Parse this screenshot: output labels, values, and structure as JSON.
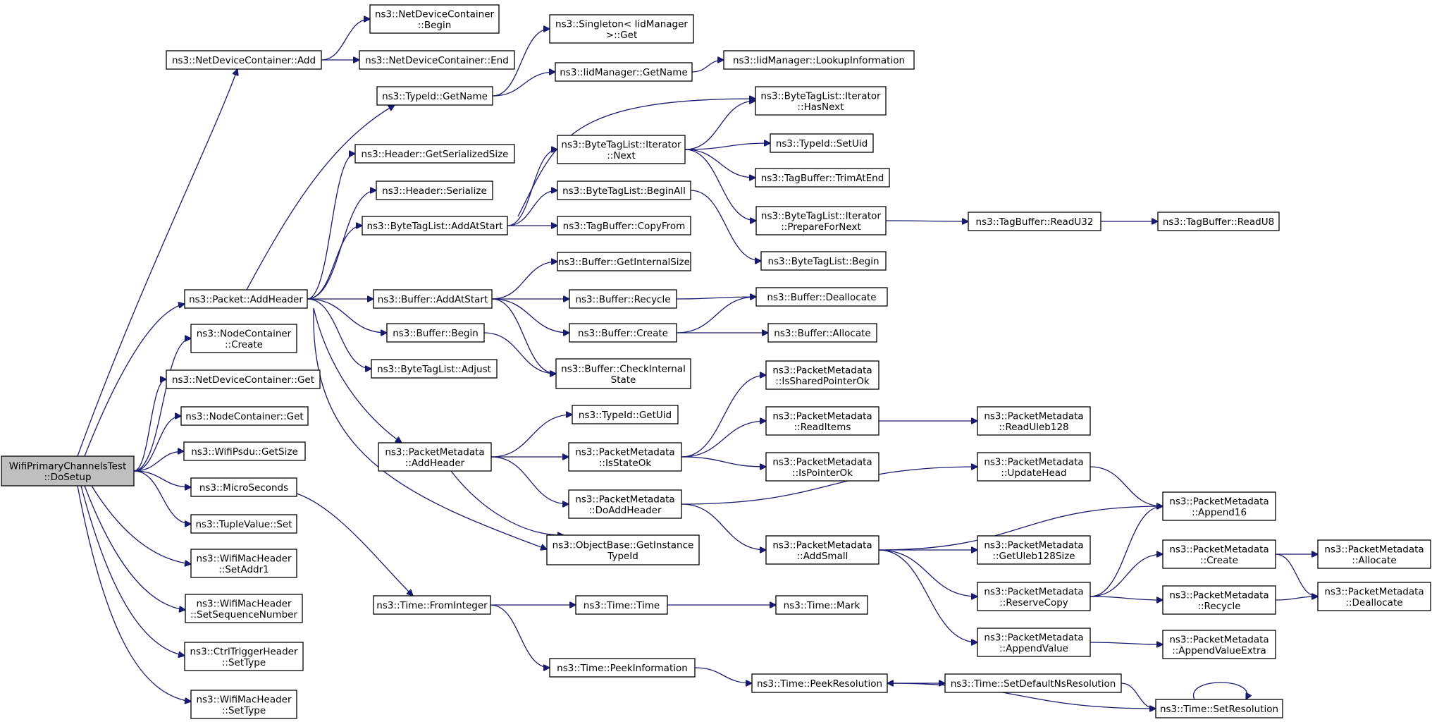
{
  "colors": {
    "edge": "#191970",
    "root_fill": "#bfbfbf",
    "node_fill": "#ffffff",
    "node_border": "#000000"
  },
  "nodes": [
    {
      "id": "root",
      "lines": [
        "WifiPrimaryChannelsTest",
        "::DoSetup"
      ],
      "root": true
    },
    {
      "id": "ndc_add",
      "lines": [
        "ns3::NetDeviceContainer::Add"
      ]
    },
    {
      "id": "ndc_begin",
      "lines": [
        "ns3::NetDeviceContainer",
        "::Begin"
      ]
    },
    {
      "id": "ndc_end",
      "lines": [
        "ns3::NetDeviceContainer::End"
      ]
    },
    {
      "id": "singleton_get",
      "lines": [
        "ns3::Singleton< IidManager",
        ">::Get"
      ]
    },
    {
      "id": "iid_getname",
      "lines": [
        "ns3::IidManager::GetName"
      ]
    },
    {
      "id": "iid_lookup",
      "lines": [
        "ns3::IidManager::LookupInformation"
      ]
    },
    {
      "id": "typeid_getname",
      "lines": [
        "ns3::TypeId::GetName"
      ]
    },
    {
      "id": "btl_hasnext",
      "lines": [
        "ns3::ByteTagList::Iterator",
        "::HasNext"
      ]
    },
    {
      "id": "btl_next",
      "lines": [
        "ns3::ByteTagList::Iterator",
        "::Next"
      ]
    },
    {
      "id": "typeid_setuid",
      "lines": [
        "ns3::TypeId::SetUid"
      ]
    },
    {
      "id": "hdr_getsersize",
      "lines": [
        "ns3::Header::GetSerializedSize"
      ]
    },
    {
      "id": "tagbuf_trimatend",
      "lines": [
        "ns3::TagBuffer::TrimAtEnd"
      ]
    },
    {
      "id": "hdr_serialize",
      "lines": [
        "ns3::Header::Serialize"
      ]
    },
    {
      "id": "btl_beginall",
      "lines": [
        "ns3::ByteTagList::BeginAll"
      ]
    },
    {
      "id": "btl_prepare",
      "lines": [
        "ns3::ByteTagList::Iterator",
        "::PrepareForNext"
      ]
    },
    {
      "id": "tagbuf_readu32",
      "lines": [
        "ns3::TagBuffer::ReadU32"
      ]
    },
    {
      "id": "tagbuf_readu8",
      "lines": [
        "ns3::TagBuffer::ReadU8"
      ]
    },
    {
      "id": "btl_addatstart",
      "lines": [
        "ns3::ByteTagList::AddAtStart"
      ]
    },
    {
      "id": "tagbuf_copyfrom",
      "lines": [
        "ns3::TagBuffer::CopyFrom"
      ]
    },
    {
      "id": "btl_begin",
      "lines": [
        "ns3::ByteTagList::Begin"
      ]
    },
    {
      "id": "buf_getinternalsize",
      "lines": [
        "ns3::Buffer::GetInternalSize"
      ]
    },
    {
      "id": "pkt_addheader",
      "lines": [
        "ns3::Packet::AddHeader"
      ]
    },
    {
      "id": "buf_addatstart",
      "lines": [
        "ns3::Buffer::AddAtStart"
      ]
    },
    {
      "id": "buf_recycle",
      "lines": [
        "ns3::Buffer::Recycle"
      ]
    },
    {
      "id": "buf_deallocate",
      "lines": [
        "ns3::Buffer::Deallocate"
      ]
    },
    {
      "id": "nc_create",
      "lines": [
        "ns3::NodeContainer",
        "::Create"
      ]
    },
    {
      "id": "buf_begin",
      "lines": [
        "ns3::Buffer::Begin"
      ]
    },
    {
      "id": "buf_create",
      "lines": [
        "ns3::Buffer::Create"
      ]
    },
    {
      "id": "buf_allocate",
      "lines": [
        "ns3::Buffer::Allocate"
      ]
    },
    {
      "id": "btl_adjust",
      "lines": [
        "ns3::ByteTagList::Adjust"
      ]
    },
    {
      "id": "buf_checkinternal",
      "lines": [
        "ns3::Buffer::CheckInternal",
        "State"
      ]
    },
    {
      "id": "pm_issharedptrok",
      "lines": [
        "ns3::PacketMetadata",
        "::IsSharedPointerOk"
      ]
    },
    {
      "id": "ndc_get",
      "lines": [
        "ns3::NetDeviceContainer::Get"
      ]
    },
    {
      "id": "nc_get",
      "lines": [
        "ns3::NodeContainer::Get"
      ]
    },
    {
      "id": "typeid_getuid",
      "lines": [
        "ns3::TypeId::GetUid"
      ]
    },
    {
      "id": "pm_readitems",
      "lines": [
        "ns3::PacketMetadata",
        "::ReadItems"
      ]
    },
    {
      "id": "pm_readuleb128",
      "lines": [
        "ns3::PacketMetadata",
        "::ReadUleb128"
      ]
    },
    {
      "id": "psdu_getsize",
      "lines": [
        "ns3::WifiPsdu::GetSize"
      ]
    },
    {
      "id": "pm_addheader",
      "lines": [
        "ns3::PacketMetadata",
        "::AddHeader"
      ]
    },
    {
      "id": "pm_isstateok",
      "lines": [
        "ns3::PacketMetadata",
        "::IsStateOk"
      ]
    },
    {
      "id": "pm_ispointerok",
      "lines": [
        "ns3::PacketMetadata",
        "::IsPointerOk"
      ]
    },
    {
      "id": "pm_updatehead",
      "lines": [
        "ns3::PacketMetadata",
        "::UpdateHead"
      ]
    },
    {
      "id": "microseconds",
      "lines": [
        "ns3::MicroSeconds"
      ]
    },
    {
      "id": "pm_doaddheader",
      "lines": [
        "ns3::PacketMetadata",
        "::DoAddHeader"
      ]
    },
    {
      "id": "pm_append16",
      "lines": [
        "ns3::PacketMetadata",
        "::Append16"
      ]
    },
    {
      "id": "tuple_set",
      "lines": [
        "ns3::TupleValue::Set"
      ]
    },
    {
      "id": "ob_getinstancetypeid",
      "lines": [
        "ns3::ObjectBase::GetInstance",
        "TypeId"
      ]
    },
    {
      "id": "pm_addsmall",
      "lines": [
        "ns3::PacketMetadata",
        "::AddSmall"
      ]
    },
    {
      "id": "pm_getuleb128size",
      "lines": [
        "ns3::PacketMetadata",
        "::GetUleb128Size"
      ]
    },
    {
      "id": "pm_create",
      "lines": [
        "ns3::PacketMetadata",
        "::Create"
      ]
    },
    {
      "id": "pm_allocate",
      "lines": [
        "ns3::PacketMetadata",
        "::Allocate"
      ]
    },
    {
      "id": "mac_setaddr1",
      "lines": [
        "ns3::WifiMacHeader",
        "::SetAddr1"
      ]
    },
    {
      "id": "pm_reservecopy",
      "lines": [
        "ns3::PacketMetadata",
        "::ReserveCopy"
      ]
    },
    {
      "id": "pm_recycle",
      "lines": [
        "ns3::PacketMetadata",
        "::Recycle"
      ]
    },
    {
      "id": "pm_deallocate",
      "lines": [
        "ns3::PacketMetadata",
        "::Deallocate"
      ]
    },
    {
      "id": "time_frominteger",
      "lines": [
        "ns3::Time::FromInteger"
      ]
    },
    {
      "id": "time_time",
      "lines": [
        "ns3::Time::Time"
      ]
    },
    {
      "id": "time_mark",
      "lines": [
        "ns3::Time::Mark"
      ]
    },
    {
      "id": "mac_setseq",
      "lines": [
        "ns3::WifiMacHeader",
        "::SetSequenceNumber"
      ]
    },
    {
      "id": "pm_appendvalue",
      "lines": [
        "ns3::PacketMetadata",
        "::AppendValue"
      ]
    },
    {
      "id": "pm_appendvalueextra",
      "lines": [
        "ns3::PacketMetadata",
        "::AppendValueExtra"
      ]
    },
    {
      "id": "ctrl_settype",
      "lines": [
        "ns3::CtrlTriggerHeader",
        "::SetType"
      ]
    },
    {
      "id": "time_peekinfo",
      "lines": [
        "ns3::Time::PeekInformation"
      ]
    },
    {
      "id": "time_peekres",
      "lines": [
        "ns3::Time::PeekResolution"
      ]
    },
    {
      "id": "time_setdefaultns",
      "lines": [
        "ns3::Time::SetDefaultNsResolution"
      ]
    },
    {
      "id": "mac_settype",
      "lines": [
        "ns3::WifiMacHeader",
        "::SetType"
      ]
    },
    {
      "id": "time_setres",
      "lines": [
        "ns3::Time::SetResolution"
      ]
    }
  ],
  "edges": [
    [
      "root",
      "ndc_add"
    ],
    [
      "root",
      "pkt_addheader"
    ],
    [
      "root",
      "nc_create"
    ],
    [
      "root",
      "ndc_get"
    ],
    [
      "root",
      "nc_get"
    ],
    [
      "root",
      "psdu_getsize"
    ],
    [
      "root",
      "microseconds"
    ],
    [
      "root",
      "tuple_set"
    ],
    [
      "root",
      "mac_setaddr1"
    ],
    [
      "root",
      "mac_setseq"
    ],
    [
      "root",
      "ctrl_settype"
    ],
    [
      "root",
      "mac_settype"
    ],
    [
      "ndc_add",
      "ndc_begin"
    ],
    [
      "ndc_add",
      "ndc_end"
    ],
    [
      "typeid_getname",
      "singleton_get"
    ],
    [
      "typeid_getname",
      "iid_getname"
    ],
    [
      "iid_getname",
      "iid_lookup"
    ],
    [
      "pkt_addheader",
      "typeid_getname"
    ],
    [
      "pkt_addheader",
      "hdr_getsersize"
    ],
    [
      "pkt_addheader",
      "hdr_serialize"
    ],
    [
      "pkt_addheader",
      "btl_addatstart"
    ],
    [
      "pkt_addheader",
      "buf_addatstart"
    ],
    [
      "pkt_addheader",
      "buf_begin"
    ],
    [
      "pkt_addheader",
      "btl_adjust"
    ],
    [
      "pkt_addheader",
      "pm_addheader"
    ],
    [
      "pkt_addheader",
      "ob_getinstancetypeid"
    ],
    [
      "btl_addatstart",
      "btl_hasnext"
    ],
    [
      "btl_addatstart",
      "btl_next"
    ],
    [
      "btl_addatstart",
      "btl_beginall"
    ],
    [
      "btl_addatstart",
      "tagbuf_copyfrom"
    ],
    [
      "btl_next",
      "btl_hasnext"
    ],
    [
      "btl_next",
      "typeid_setuid"
    ],
    [
      "btl_next",
      "tagbuf_trimatend"
    ],
    [
      "btl_next",
      "btl_prepare"
    ],
    [
      "btl_prepare",
      "tagbuf_readu32"
    ],
    [
      "tagbuf_readu32",
      "tagbuf_readu8"
    ],
    [
      "btl_beginall",
      "btl_begin"
    ],
    [
      "buf_addatstart",
      "buf_getinternalsize"
    ],
    [
      "buf_addatstart",
      "buf_recycle"
    ],
    [
      "buf_addatstart",
      "buf_create"
    ],
    [
      "buf_addatstart",
      "buf_checkinternal"
    ],
    [
      "buf_recycle",
      "buf_deallocate"
    ],
    [
      "buf_create",
      "buf_deallocate"
    ],
    [
      "buf_create",
      "buf_allocate"
    ],
    [
      "buf_begin",
      "buf_checkinternal"
    ],
    [
      "pm_addheader",
      "typeid_getuid"
    ],
    [
      "pm_addheader",
      "pm_isstateok"
    ],
    [
      "pm_addheader",
      "pm_doaddheader"
    ],
    [
      "pm_addheader",
      "ob_getinstancetypeid"
    ],
    [
      "pm_isstateok",
      "pm_issharedptrok"
    ],
    [
      "pm_isstateok",
      "pm_readitems"
    ],
    [
      "pm_isstateok",
      "pm_ispointerok"
    ],
    [
      "pm_readitems",
      "pm_readuleb128"
    ],
    [
      "pm_doaddheader",
      "pm_updatehead"
    ],
    [
      "pm_doaddheader",
      "pm_addsmall"
    ],
    [
      "pm_updatehead",
      "pm_append16"
    ],
    [
      "pm_addsmall",
      "pm_append16"
    ],
    [
      "pm_addsmall",
      "pm_getuleb128size"
    ],
    [
      "pm_addsmall",
      "pm_reservecopy"
    ],
    [
      "pm_addsmall",
      "pm_appendvalue"
    ],
    [
      "pm_reservecopy",
      "pm_append16"
    ],
    [
      "pm_reservecopy",
      "pm_create"
    ],
    [
      "pm_reservecopy",
      "pm_recycle"
    ],
    [
      "pm_create",
      "pm_allocate"
    ],
    [
      "pm_create",
      "pm_deallocate"
    ],
    [
      "pm_recycle",
      "pm_deallocate"
    ],
    [
      "pm_appendvalue",
      "pm_appendvalueextra"
    ],
    [
      "microseconds",
      "time_frominteger"
    ],
    [
      "time_frominteger",
      "time_time"
    ],
    [
      "time_frominteger",
      "time_peekinfo"
    ],
    [
      "time_time",
      "time_mark"
    ],
    [
      "time_peekinfo",
      "time_peekres"
    ],
    [
      "time_peekres",
      "time_setdefaultns"
    ],
    [
      "time_setdefaultns",
      "time_setres"
    ],
    [
      "time_setres",
      "time_peekres"
    ],
    [
      "time_setres",
      "time_setres"
    ]
  ]
}
